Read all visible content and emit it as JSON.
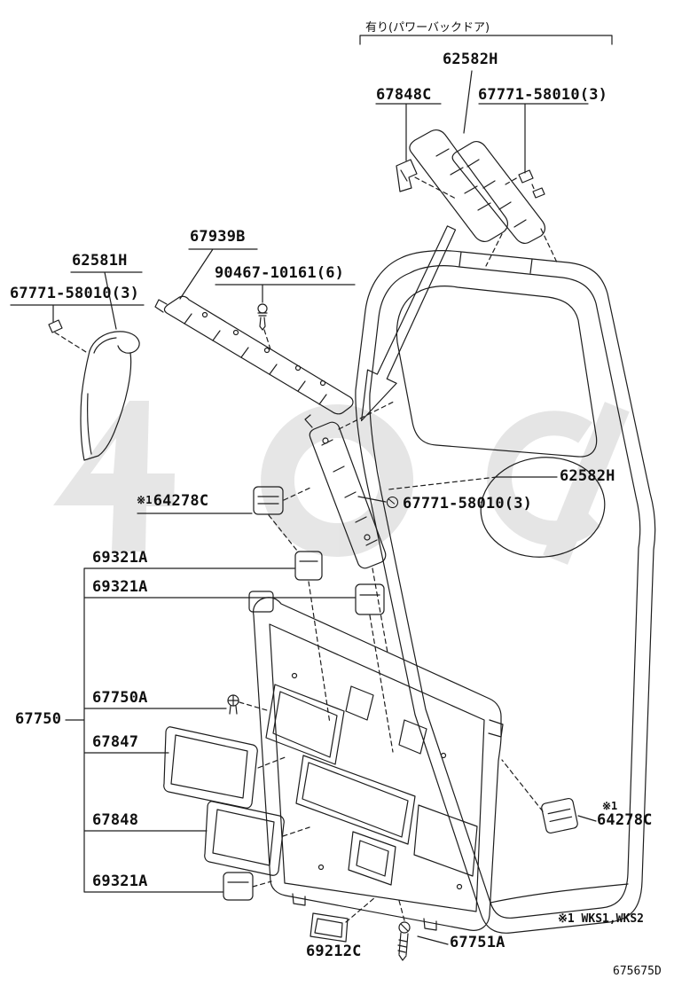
{
  "figure": {
    "note_power_back_door": "有り(パワーバックドア)",
    "ref_mark": "※1",
    "footnote": "※1 WKS1,WKS2",
    "figure_code": "675675D",
    "line_color": "#1d1d1d",
    "watermark_color": "#cdcdcd",
    "background_color": "#ffffff"
  },
  "icons": {
    "fastener": "screw-icon"
  },
  "parts": {
    "p62582h": "62582H",
    "p67848c": "67848C",
    "p67771_58010": "67771-58010(3)",
    "p67939b": "67939B",
    "p90467_10161": "90467-10161(6)",
    "p62581h": "62581H",
    "p64278c": "64278C",
    "p69321a": "69321A",
    "p67750a": "67750A",
    "p67750": "67750",
    "p67847": "67847",
    "p67848": "67848",
    "p69212c": "69212C",
    "p67751a": "67751A"
  }
}
